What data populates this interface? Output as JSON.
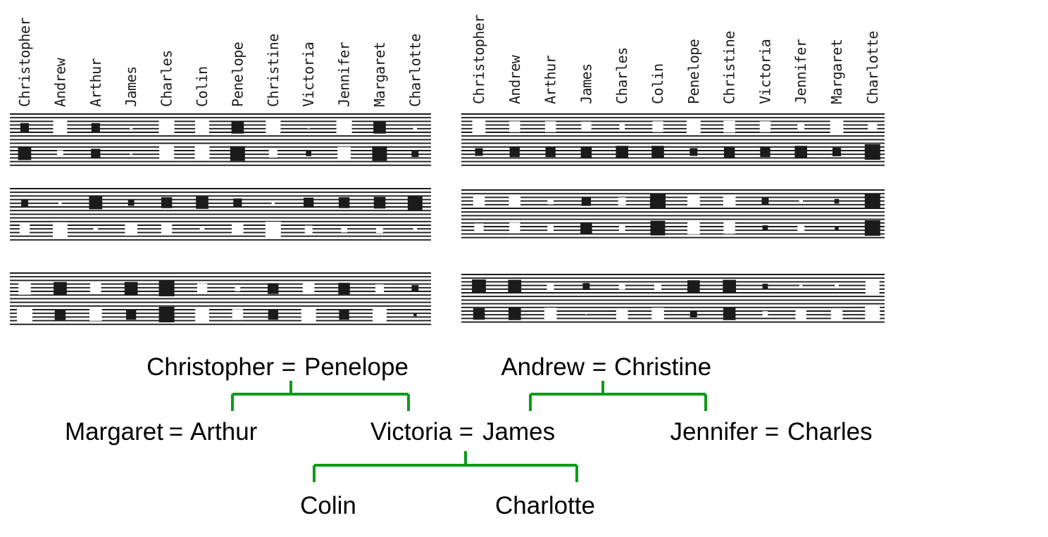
{
  "people": [
    "Christopher",
    "Andrew",
    "Arthur",
    "James",
    "Charles",
    "Colin",
    "Penelope",
    "Christine",
    "Victoria",
    "Jennifer",
    "Margaret",
    "Charlotte"
  ],
  "colors": {
    "unit_on": "#1b1b1b",
    "unit_off": "#ffffff",
    "stripe": "#1b1b1b",
    "tree_line": "#0e9a1a"
  },
  "unit_panels": [
    {
      "side": "left",
      "groups": [
        {
          "rows": [
            [
              -0.55,
              0.9,
              -0.55,
              0.2,
              1.0,
              0.9,
              -0.8,
              0.95,
              0.15,
              1.0,
              -0.8,
              0.25
            ],
            [
              -0.85,
              0.4,
              -0.6,
              0.15,
              0.95,
              0.95,
              -0.95,
              0.55,
              -0.35,
              0.85,
              -0.95,
              -0.45
            ]
          ]
        },
        {
          "rows": [
            [
              -0.45,
              0.2,
              -0.85,
              -0.4,
              -0.7,
              -0.8,
              -0.55,
              0.2,
              -0.65,
              -0.7,
              -0.75,
              -0.95
            ],
            [
              0.65,
              0.95,
              0.3,
              0.8,
              0.7,
              0.3,
              0.75,
              1.0,
              0.5,
              0.4,
              0.45,
              0.25
            ]
          ]
        },
        {
          "rows": [
            [
              0.8,
              -0.85,
              0.7,
              -0.85,
              -1.0,
              0.65,
              0.35,
              -0.7,
              0.75,
              -0.75,
              0.55,
              -0.45
            ],
            [
              1.0,
              -0.7,
              0.8,
              -0.65,
              -1.0,
              0.9,
              0.7,
              -0.65,
              0.95,
              -0.65,
              0.9,
              -0.2
            ]
          ]
        }
      ]
    },
    {
      "side": "right",
      "groups": [
        {
          "rows": [
            [
              0.85,
              0.7,
              0.7,
              0.65,
              0.35,
              0.7,
              0.9,
              0.75,
              0.7,
              0.45,
              0.85,
              0.6
            ],
            [
              -0.5,
              -0.65,
              -0.65,
              -0.7,
              -0.8,
              -0.8,
              -0.5,
              -0.7,
              -0.65,
              -0.8,
              -0.55,
              -1.0
            ]
          ]
        },
        {
          "rows": [
            [
              0.75,
              0.75,
              0.4,
              -0.6,
              0.5,
              -1.0,
              0.8,
              0.8,
              -0.45,
              0.25,
              -0.3,
              -1.0
            ],
            [
              0.6,
              0.7,
              0.4,
              -0.75,
              0.4,
              -0.95,
              0.8,
              0.75,
              -0.35,
              0.45,
              -0.25,
              -1.0
            ]
          ]
        },
        {
          "rows": [
            [
              -0.9,
              -0.85,
              0.45,
              -0.45,
              0.4,
              0.45,
              -0.8,
              -0.85,
              -0.35,
              0.2,
              0.25,
              0.9
            ],
            [
              -0.75,
              -0.8,
              0.8,
              0.0,
              0.75,
              0.8,
              -0.45,
              -0.8,
              0.35,
              0.7,
              0.75,
              0.95
            ]
          ]
        }
      ]
    }
  ],
  "family_tree": {
    "couples": [
      {
        "a": "Christopher",
        "b": "Penelope"
      },
      {
        "a": "Andrew",
        "b": "Christine"
      },
      {
        "a": "Margaret",
        "b": "Arthur"
      },
      {
        "a": "Victoria",
        "b": "James"
      },
      {
        "a": "Jennifer",
        "b": "Charles"
      }
    ],
    "children": [
      "Colin",
      "Charlotte"
    ],
    "separator": "="
  }
}
